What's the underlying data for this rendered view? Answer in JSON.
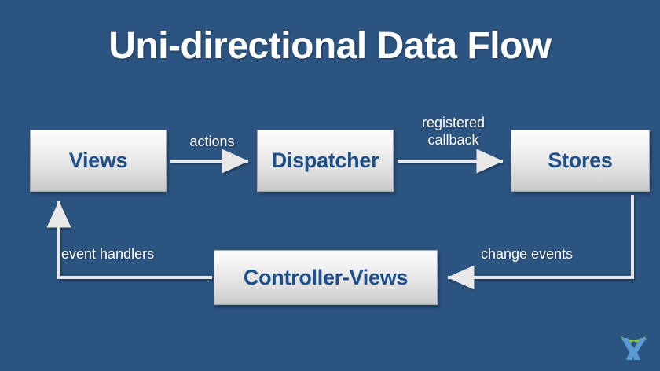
{
  "slide": {
    "title": "Uni-directional Data Flow",
    "background_color": "#2c5480",
    "title_color": "#ffffff",
    "node_text_color": "#1d4f8a",
    "edge_color": "#e8e8e8"
  },
  "nodes": [
    {
      "id": "views",
      "label": "Views"
    },
    {
      "id": "dispatcher",
      "label": "Dispatcher"
    },
    {
      "id": "stores",
      "label": "Stores"
    },
    {
      "id": "controller",
      "label": "Controller-Views"
    }
  ],
  "edges": [
    {
      "id": "views-to-dispatcher",
      "label": "actions"
    },
    {
      "id": "dispatcher-to-stores",
      "label": "registered\ncallback"
    },
    {
      "id": "stores-to-controller",
      "label": "change events"
    },
    {
      "id": "controller-to-views",
      "label": "event handlers"
    }
  ],
  "logo": {
    "name": "company-logo",
    "arc_color": "#8cc63f",
    "figure_color": "#5b9bd5"
  }
}
